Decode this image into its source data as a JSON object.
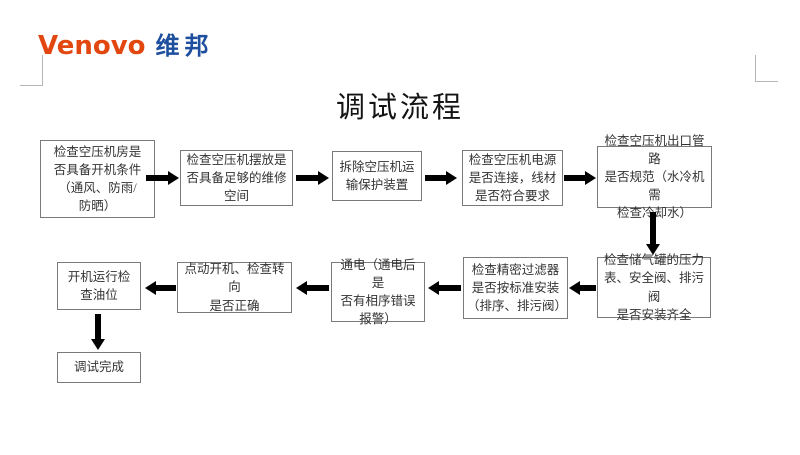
{
  "logo": {
    "brand_en": "Venovo",
    "brand_cn": "维邦"
  },
  "title": "调试流程",
  "flowchart": {
    "boxes": [
      {
        "id": 1,
        "text": "检查空压机房是\n否具备开机条件\n（通风、防雨/\n防晒）"
      },
      {
        "id": 2,
        "text": "检查空压机摆放是\n否具备足够的维修\n空间"
      },
      {
        "id": 3,
        "text": "拆除空压机运\n输保护装置"
      },
      {
        "id": 4,
        "text": "检查空压机电源\n是否连接，线材\n是否符合要求"
      },
      {
        "id": 5,
        "text": "检查空压机出口管路\n是否规范（水冷机需\n检查冷却水）"
      },
      {
        "id": 6,
        "text": "检查储气罐的压力\n表、安全阀、排污阀\n是否安装齐全"
      },
      {
        "id": 7,
        "text": "检查精密过滤器\n是否按标准安装\n（排序、排污阀）"
      },
      {
        "id": 8,
        "text": "通电（通电后是\n否有相序错误\n报警）"
      },
      {
        "id": 9,
        "text": "点动开机、检查转向\n是否正确"
      },
      {
        "id": 10,
        "text": "开机运行检\n查油位"
      },
      {
        "id": 11,
        "text": "调试完成"
      }
    ]
  },
  "colors": {
    "brand_orange": "#E2470F",
    "brand_blue": "#1D4F9E",
    "arrow": "#000000",
    "box_border": "#7A7A7A"
  }
}
